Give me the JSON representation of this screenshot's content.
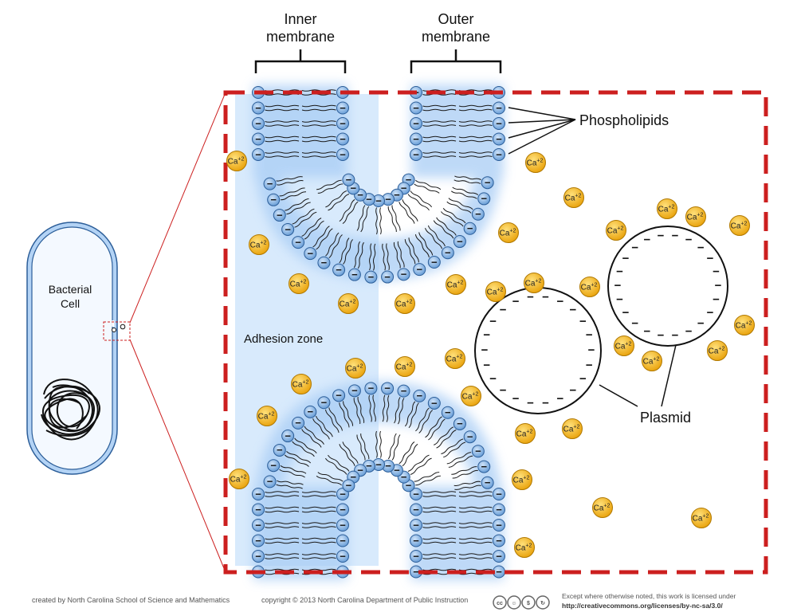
{
  "labels": {
    "inner_membrane": [
      "Inner",
      "membrane"
    ],
    "outer_membrane": [
      "Outer",
      "membrane"
    ],
    "phospholipids": "Phospholipids",
    "bacterial_cell": [
      "Bacterial",
      "Cell"
    ],
    "adhesion_zone": "Adhesion zone",
    "plasmid": "Plasmid"
  },
  "ion_label": "Ca+2",
  "ion_base": "Ca",
  "ion_charge": "+2",
  "lipid_charge": "−",
  "plasmid_charge": "−",
  "footer": {
    "created_by": "created by North Carolina School of Science and Mathematics",
    "copyright": "copyright © 2013  North Carolina Department of Public Instruction",
    "license_line1": "Except where otherwise noted, this work is licensed under",
    "license_url": "http://creativecommons.org/licenses/by-nc-sa/3.0/"
  },
  "license_badges": [
    "cc",
    "by",
    "nc",
    "sa"
  ],
  "colors": {
    "zoom_box": "#cc1f1f",
    "lipid_head": "#7fb2e8",
    "lipid_head_stroke": "#2c5e99",
    "membrane_glow": "#a9cdf5",
    "adhesion_zone": "#d8eafc",
    "ion_fill": "#f5b51c",
    "ion_stroke": "#b07800",
    "cell_wall": "#7fb2e8"
  }
}
